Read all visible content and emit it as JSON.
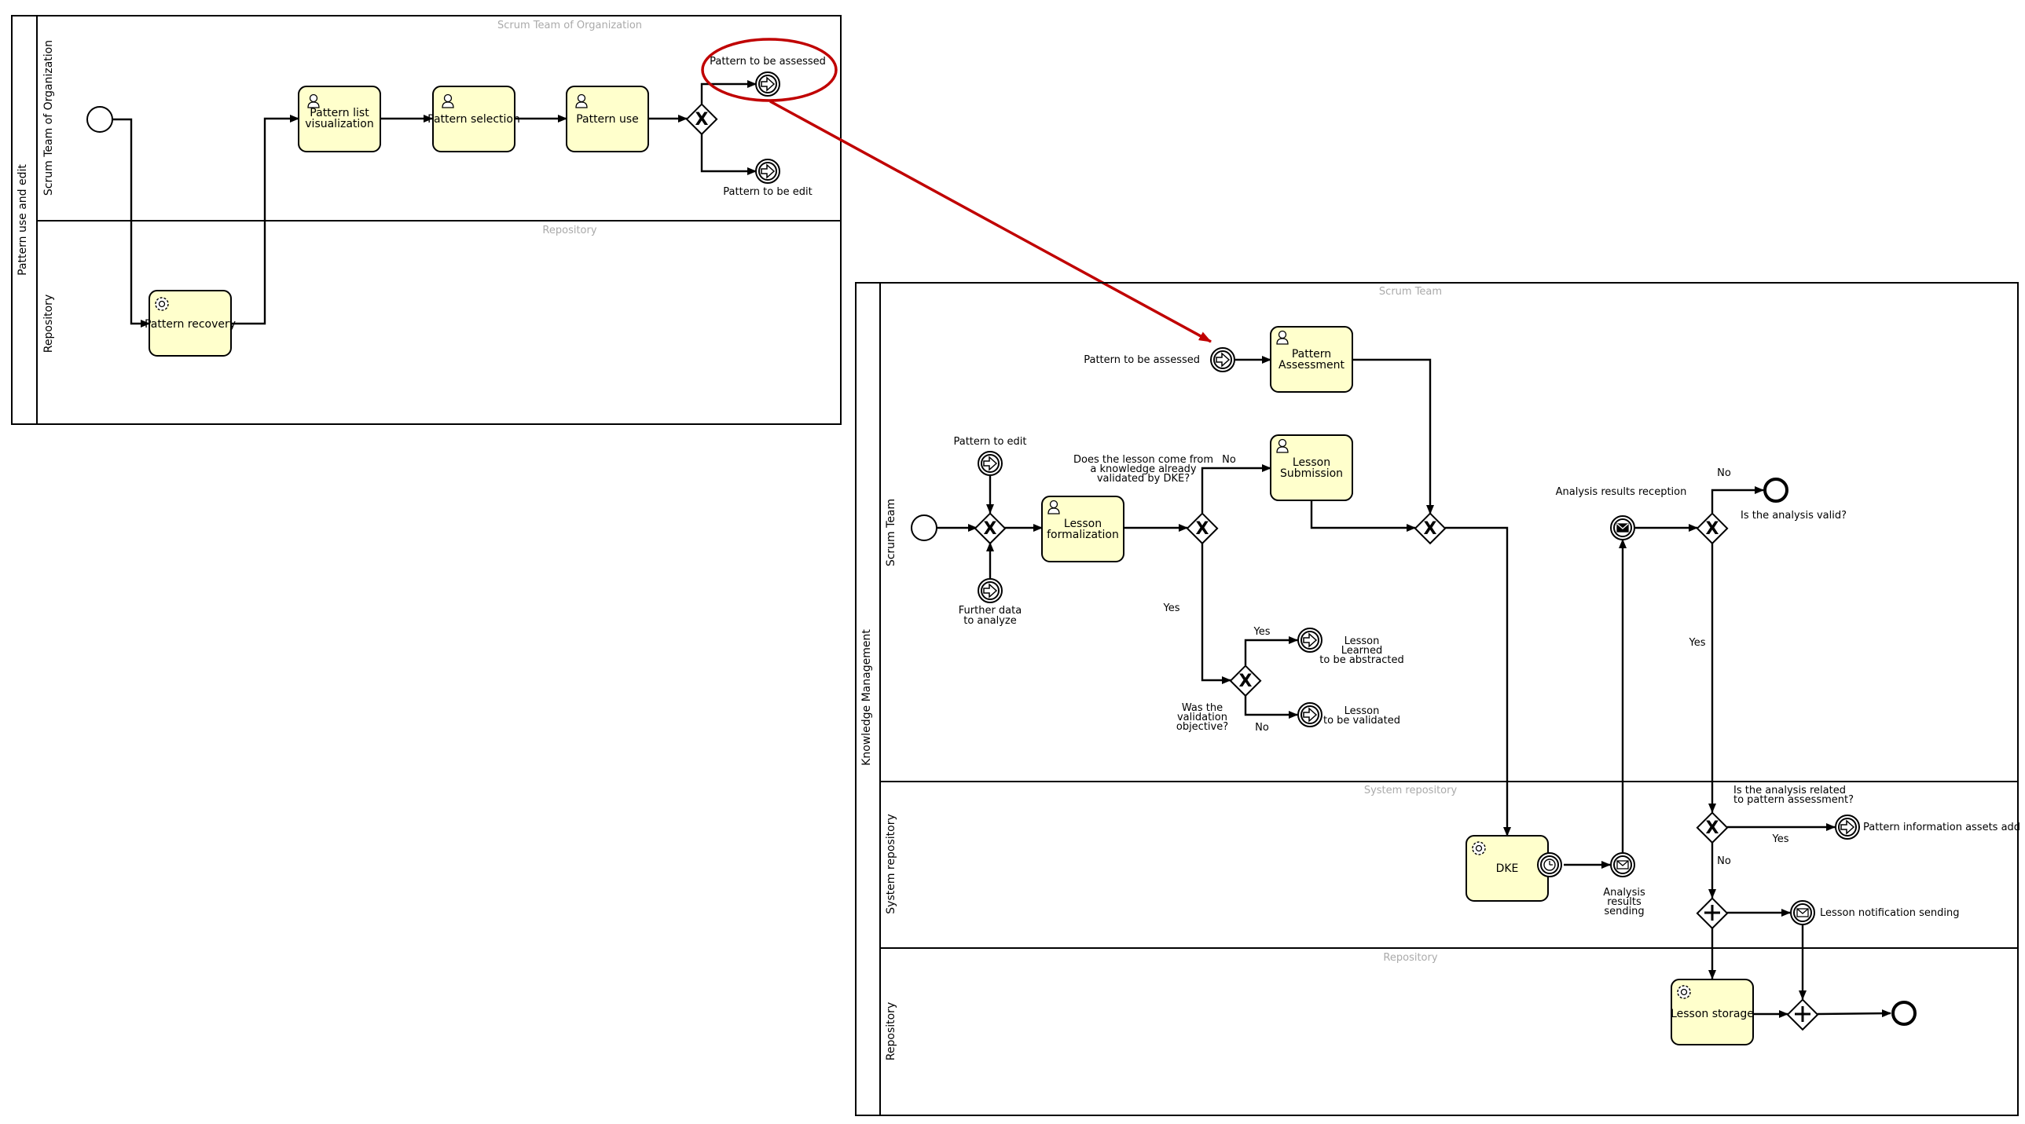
{
  "pools": {
    "top": {
      "name": "Pattern use and edit",
      "lanes": {
        "scrum": {
          "name": "Scrum Team of Organization",
          "ghost": "Scrum Team of Organization"
        },
        "repo": {
          "name": "Repository",
          "ghost": "Repository"
        }
      }
    },
    "km": {
      "name": "Knowledge Management",
      "lanes": {
        "scrum": {
          "name": "Scrum Team",
          "ghost": "Scrum Team"
        },
        "sysrepo": {
          "name": "System repository",
          "ghost": "System repository"
        },
        "repo": {
          "name": "Repository",
          "ghost": "Repository"
        }
      }
    }
  },
  "tasks": {
    "pattern_list": [
      "Pattern list",
      "visualization"
    ],
    "pattern_selection": "Pattern selection",
    "pattern_use": "Pattern use",
    "pattern_recovery": "Pattern recovery",
    "pattern_assessment": [
      "Pattern",
      "Assessment"
    ],
    "lesson_submission": [
      "Lesson",
      "Submission"
    ],
    "lesson_formalization": [
      "Lesson",
      "formalization"
    ],
    "dke": "DKE",
    "lesson_storage": "Lesson storage"
  },
  "events": {
    "pattern_to_be_assessed_top": "Pattern to be assessed",
    "pattern_to_be_edit": "Pattern to be edit",
    "pattern_to_be_assessed_km": "Pattern to be assessed",
    "pattern_to_edit": "Pattern to edit",
    "further_data": [
      "Further data",
      "to analyze"
    ],
    "lesson_learned": [
      "Lesson",
      "Learned",
      "to be abstracted"
    ],
    "lesson_to_be_validated": [
      "Lesson",
      "to be validated"
    ],
    "analysis_results_reception": "Analysis results reception",
    "analysis_results_sending": [
      "Analysis",
      "results",
      "sending"
    ],
    "pattern_info_assets_add": "Pattern information assets add",
    "lesson_notification_sending": "Lesson notification sending"
  },
  "questions": {
    "knowledge_validated": [
      "Does the lesson come from",
      "a knowledge already",
      "validated by DKE?"
    ],
    "validation_objective": [
      "Was the",
      "validation",
      "objective?"
    ],
    "analysis_valid": "Is the analysis valid?",
    "analysis_related": [
      "Is the analysis related",
      "to pattern assessment?"
    ]
  },
  "flow_labels": {
    "no1": "No",
    "yes1": "Yes",
    "yes2": "Yes",
    "no2": "No",
    "no3": "No",
    "yes3": "Yes",
    "yes4": "Yes",
    "no4": "No"
  },
  "colors": {
    "task_fill": "#ffffcc",
    "highlight": "#c00000",
    "ghost_text": "#aaaaaa"
  }
}
